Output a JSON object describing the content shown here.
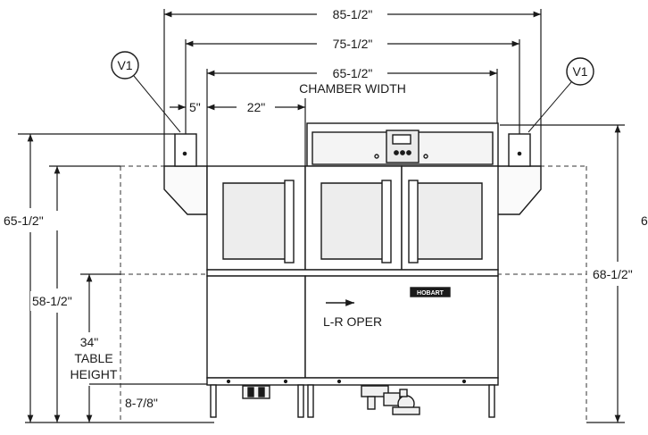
{
  "dimensions": {
    "overall_width": "85-1/2\"",
    "vent_width": "75-1/2\"",
    "chamber_width": "65-1/2\"",
    "chamber_width_label": "CHAMBER WIDTH",
    "vent_offset": "5\"",
    "section_width": "22\"",
    "vent_height": "65-1/2\"",
    "body_height": "58-1/2\"",
    "table_height": "34\"",
    "table_height_label_1": "TABLE",
    "table_height_label_2": "HEIGHT",
    "leg_height": "8-7/8\"",
    "overall_height": "68-1/2\"",
    "overall_height_cut": "6"
  },
  "callouts": {
    "left_vent": "V1",
    "right_vent": "V1"
  },
  "machine": {
    "direction_label": "L-R OPER",
    "brand_plate": "HOBART"
  },
  "colors": {
    "line": "#1a1a1a",
    "body_fill": "#ffffff",
    "door_fill": "#e6e6e6",
    "panel_fill": "#f2f2f2"
  }
}
